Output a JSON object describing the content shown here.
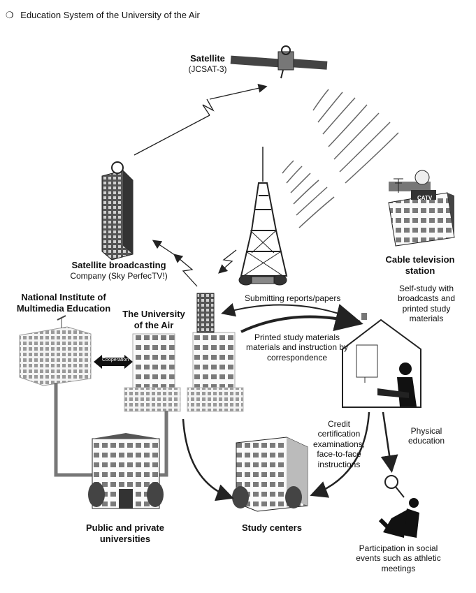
{
  "header": {
    "bullet": "❍",
    "title": "Education System of the University of the Air"
  },
  "nodes": {
    "satellite": {
      "name": "Satellite",
      "sub": "(JCSAT-3)"
    },
    "satellite_broadcasting": {
      "name": "Satellite broadcasting",
      "sub": "Company (Sky PerfecTV!)"
    },
    "cable_tv": {
      "line1": "Cable television",
      "line2": "station"
    },
    "nime": {
      "line1": "National Institute of",
      "line2": "Multimedia Education"
    },
    "university": {
      "line1": "The University",
      "line2": "of the Air"
    },
    "cooperation": "Cooperation",
    "public_private": {
      "line1": "Public and private",
      "line2": "universities"
    },
    "study_centers": "Study centers",
    "catv_sign": "CATV"
  },
  "flows": {
    "submitting": "Submitting reports/papers",
    "printed": {
      "line1": "Printed study materials",
      "line2": "materials and instruction by",
      "line3": "correspondence"
    },
    "self_study": {
      "line1": "Self-study with",
      "line2": "broadcasts and",
      "line3": "printed study",
      "line4": "materials"
    },
    "credit": {
      "line1": "Credit",
      "line2": "certification",
      "line3": "examinations,",
      "line4": "face-to-face",
      "line5": "instructions"
    },
    "physical": {
      "line1": "Physical",
      "line2": "education"
    },
    "participation": {
      "line1": "Participation in social",
      "line2": "events such as athletic",
      "line3": "meetings"
    }
  }
}
